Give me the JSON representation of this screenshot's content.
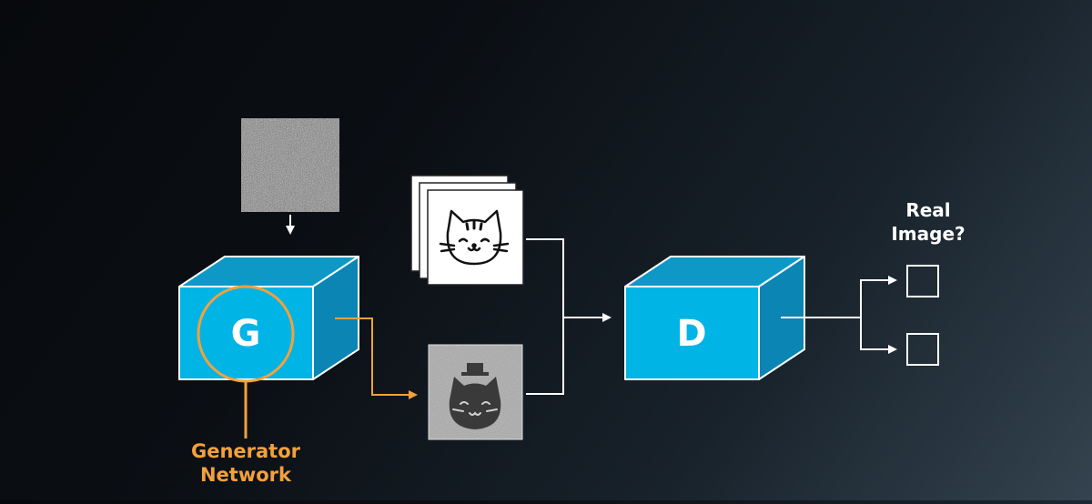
{
  "generator": {
    "letter": "G",
    "label_line1": "Generator",
    "label_line2": "Network"
  },
  "discriminator": {
    "letter": "D"
  },
  "output": {
    "question_line1": "Real",
    "question_line2": "Image?"
  },
  "images": {
    "noise": "random-noise-image",
    "real": "real-cat-drawing-stack",
    "generated": "generated-cat-image"
  },
  "colors": {
    "box_front": "#00b4e6",
    "box_top": "#0e98c6",
    "box_side": "#0a85b4",
    "box_edge": "#ffffff",
    "highlight": "#f2a13c",
    "arrow": "#ffffff"
  }
}
